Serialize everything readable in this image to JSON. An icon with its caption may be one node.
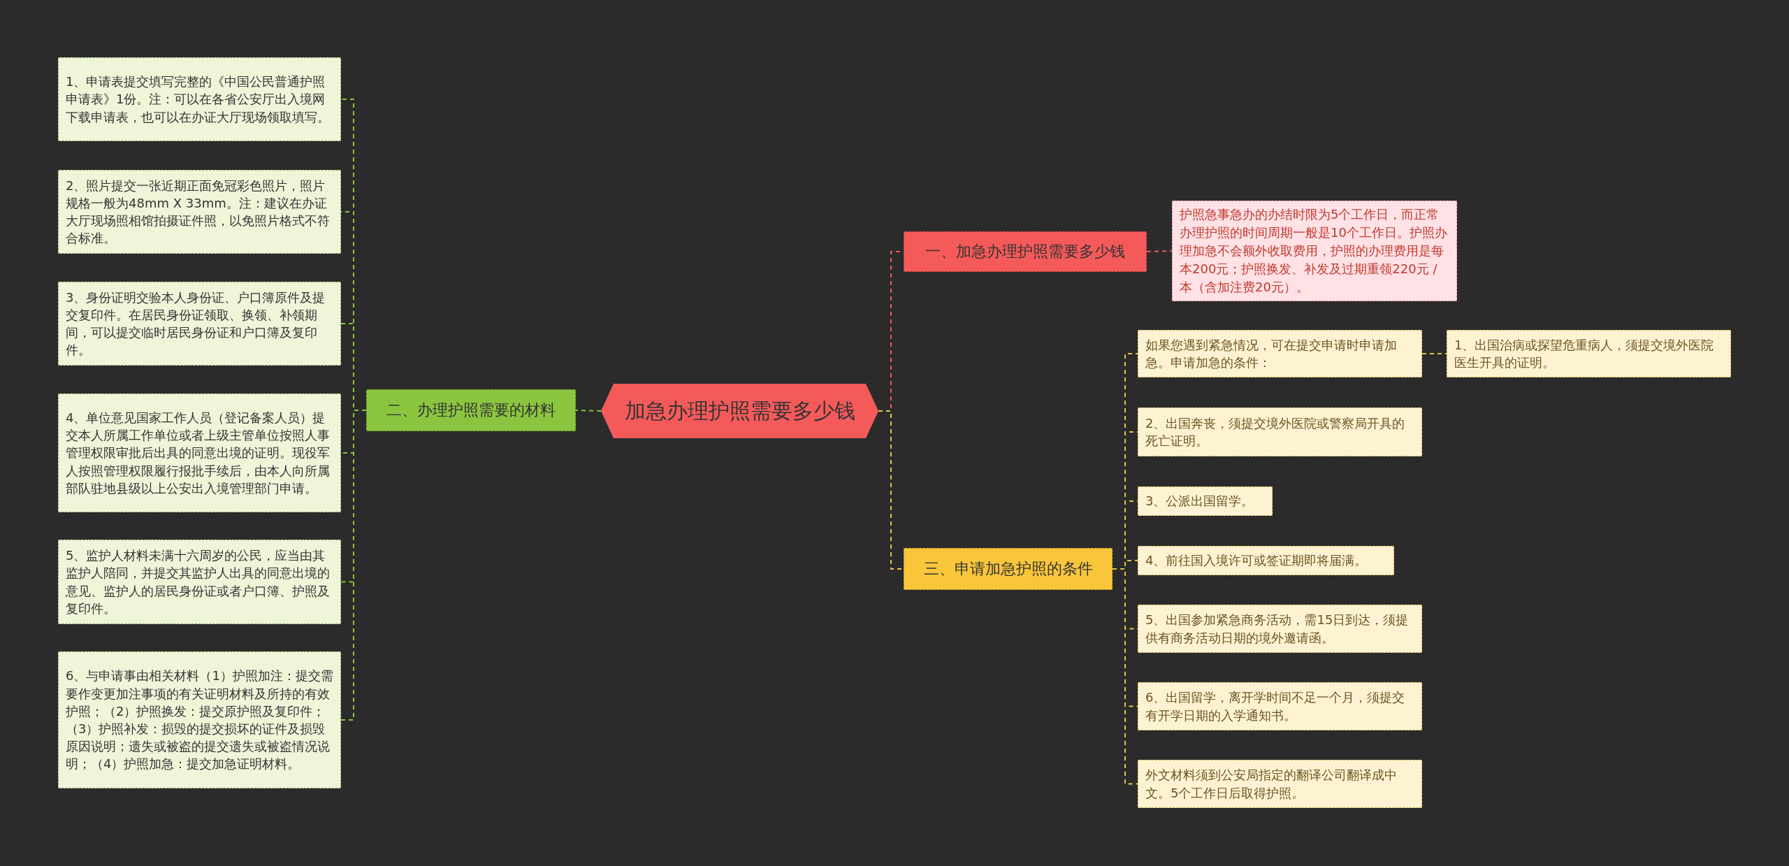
{
  "diagram": {
    "nodes": [
      {
        "text": [
          "加急办理护照需要多少钱"
        ]
      },
      {
        "text": [
          "一、加急办理护照需要多少钱"
        ]
      },
      {
        "text": [
          "护照急事急办的办结时限为5个工作日，而正常办理护照的时间周期一般是10个工作日。护照办理加急不会额外收取费用，护照的办理费用是每本200元；护照换发、补发及过期重领220元 / 本（含加注费20元）。"
        ]
      },
      {
        "text": [
          "二、办理护照需要的材料"
        ]
      },
      {
        "text": [
          "1、申请表提交填写完整的《中国公民普通护照申请表》1份。注：可以在各省公安厅出入境网下载申请表，也可以在办证大厅现场领取填写。"
        ]
      },
      {
        "text": [
          "2、照片提交一张近期正面免冠彩色照片，照片规格一般为48mm X 33mm。注：建议在办证大厅现场照相馆拍摄证件照，以免照片格式不符合标准。"
        ]
      },
      {
        "text": [
          "3、身份证明交验本人身份证、户口簿原件及提交复印件。在居民身份证领取、换领、补领期间，可以提交临时居民身份证和户口簿及复印件。"
        ]
      },
      {
        "text": [
          "4、单位意见国家工作人员（登记备案人员）提交本人所属工作单位或者上级主管单位按照人事管理权限审批后出具的同意出境的证明。现役军人按照管理权限履行报批手续后，由本人向所属部队驻地县级以上公安出入境管理部门申请。"
        ]
      },
      {
        "text": [
          "5、监护人材料未满十六周岁的公民，应当由其监护人陪同，并提交其监护人出具的同意出境的意见、监护人的居民身份证或者户口簿、护照及复印件。"
        ]
      },
      {
        "text": [
          "6、与申请事由相关材料（1）护照加注：提交需要作变更加注事项的有关证明材料及所持的有效护照；（2）护照换发：提交原护照及复印件；（3）护照补发：损毁的提交损坏的证件及损毁原因说明；遗失或被盗的提交遗失或被盗情况说明；（4）护照加急：提交加急证明材料。"
        ]
      },
      {
        "text": [
          "三、申请加急护照的条件"
        ]
      },
      {
        "text": [
          "如果您遇到紧急情况，可在提交申请时申请加急。申请加急的条件："
        ]
      },
      {
        "text": [
          "1、出国治病或探望危重病人，须提交境外医院医生开具的证明。"
        ]
      },
      {
        "text": [
          "2、出国奔丧，须提交境外医院或警察局开具的死亡证明。"
        ]
      },
      {
        "text": [
          "3、公派出国留学。"
        ]
      },
      {
        "text": [
          "4、前往国入境许可或签证期即将届满。"
        ]
      },
      {
        "text": [
          "5、出国参加紧急商务活动，需15日到达，须提供有商务活动日期的境外邀请函。"
        ]
      },
      {
        "text": [
          "6、出国留学，离开学时间不足一个月，须提交有开学日期的入学通知书。"
        ]
      },
      {
        "text": [
          "外文材料须到公安局指定的翻译公司翻译成中文。5个工作日后取得护照。"
        ]
      }
    ],
    "edges": [
      {
        "from": 0,
        "to": 1,
        "arrow": "none",
        "color": "#f05a5a"
      },
      {
        "from": 1,
        "to": 2,
        "arrow": "none",
        "color": "#f05a5a"
      },
      {
        "from": 0,
        "to": 3,
        "arrow": "none",
        "color": "#8bc53f"
      },
      {
        "from": 3,
        "to": 4,
        "arrow": "none",
        "color": "#8bc53f"
      },
      {
        "from": 3,
        "to": 5,
        "arrow": "none",
        "color": "#8bc53f"
      },
      {
        "from": 3,
        "to": 6,
        "arrow": "none",
        "color": "#8bc53f"
      },
      {
        "from": 3,
        "to": 7,
        "arrow": "none",
        "color": "#8bc53f"
      },
      {
        "from": 3,
        "to": 8,
        "arrow": "none",
        "color": "#8bc53f"
      },
      {
        "from": 3,
        "to": 9,
        "arrow": "none",
        "color": "#8bc53f"
      },
      {
        "from": 0,
        "to": 10,
        "arrow": "none"
      },
      {
        "from": 10,
        "to": 11,
        "arrow": "none"
      },
      {
        "from": 11,
        "to": 12,
        "arrow": "none"
      },
      {
        "from": 10,
        "to": 13,
        "arrow": "none"
      },
      {
        "from": 10,
        "to": 14,
        "arrow": "none"
      },
      {
        "from": 10,
        "to": 15,
        "arrow": "none"
      },
      {
        "from": 10,
        "to": 16,
        "arrow": "none"
      },
      {
        "from": 10,
        "to": 17,
        "arrow": "none"
      },
      {
        "from": 10,
        "to": 18,
        "arrow": "none"
      }
    ]
  }
}
